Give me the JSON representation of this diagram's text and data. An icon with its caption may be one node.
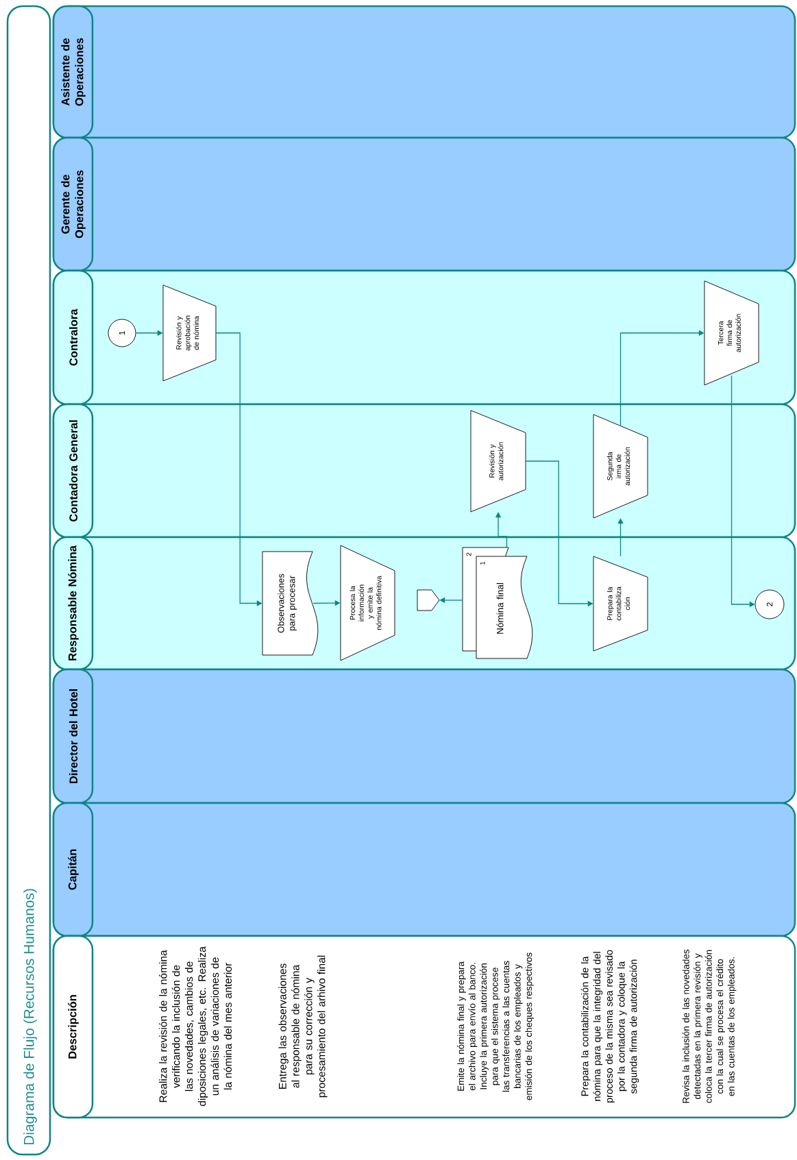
{
  "diagram": {
    "title": "Diagrama de Flujo (Recursos Humanos)",
    "nodes": [
      {
        "text": [
          "Asistente de Operaciones"
        ]
      },
      {
        "text": [
          "Gerente de Operaciones"
        ]
      },
      {
        "text": [
          "Contralora"
        ]
      },
      {
        "text": [
          "1"
        ],
        "in": 2
      },
      {
        "text": [
          "Revisión y aprobación de nómina"
        ],
        "in": 2
      },
      {
        "text": [
          "Tercera firma de autorización"
        ],
        "in": 2
      },
      {
        "text": [
          "Contadora General"
        ]
      },
      {
        "text": [
          "Revisión y autorización"
        ],
        "in": 6
      },
      {
        "text": [
          "Segunda irma de autorización"
        ],
        "in": 6
      },
      {
        "text": [
          "Responsable Nómina"
        ]
      },
      {
        "text": [
          "Observaciones para procesar"
        ],
        "in": 9
      },
      {
        "text": [
          "Procesa la información y emite la nómina definitiva"
        ],
        "in": 9
      },
      {
        "text": [],
        "shape": "pentagon",
        "in": 9
      },
      {
        "text": [
          "Nómina final",
          "1",
          "2"
        ],
        "in": 9
      },
      {
        "text": [
          "Prepara la contabiliza ción"
        ],
        "in": 9
      },
      {
        "text": [
          "2"
        ],
        "in": 9
      },
      {
        "text": [
          "Director del Hotel"
        ]
      },
      {
        "text": [
          "Capitán"
        ]
      },
      {
        "text": [
          "Descripción"
        ]
      }
    ],
    "edges": [
      {
        "from": 3,
        "to": 4,
        "arrow": "to"
      },
      {
        "from": 4,
        "to": 10,
        "arrow": "to"
      },
      {
        "from": 10,
        "to": 11,
        "arrow": "to"
      },
      {
        "from": 13,
        "to": 7,
        "arrow": "to"
      },
      {
        "from": 13,
        "to": 12,
        "arrow": "to"
      },
      {
        "from": 7,
        "to": 14,
        "arrow": "to"
      },
      {
        "from": 14,
        "to": 8,
        "arrow": "to"
      },
      {
        "from": 8,
        "to": 5,
        "arrow": "to"
      },
      {
        "from": 5,
        "to": 15,
        "arrow": "to"
      }
    ],
    "labels": [
      "Realiza la revisión de la nómina verificando la inclusión de las novedades, cambios de diposiciones legales, etc. Realiza un análisis de variaciones de la nómina del mes anterior",
      "Entrega las observaciones al responsable de nómina para su corrección y procesamiento del arhivo final",
      "Emite la nómina final y prepara el archivo para envío al banco. Incluye la primera autorización para que el sistema procese las transferencias a las cuentas bancarias de los empleados y emisión de los cheques respectivos",
      "Prepara la contabilización de la nómina para que la integridad del proceso de la misma sea revisado por la contadora y coloque la segunda firma de autorización",
      "Revisa la inclusión de las novedades detectadas en la primera revisión y coloca la tercer firma de autorización con la cual se procesa el crédito en las cuentas de los empleados."
    ]
  }
}
